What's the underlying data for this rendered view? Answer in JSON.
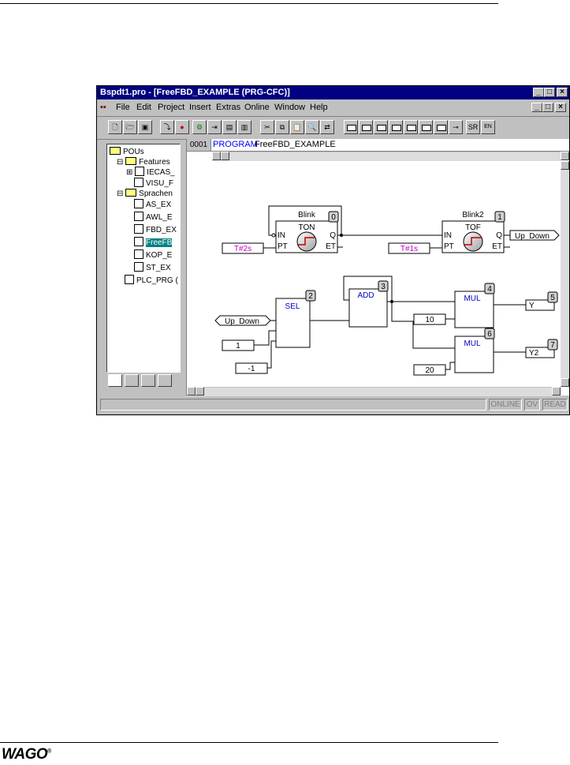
{
  "window": {
    "title": "Bspdt1.pro - [FreeFBD_EXAMPLE (PRG-CFC)]",
    "buttons": [
      "_",
      "□",
      "×"
    ]
  },
  "menu": [
    "File",
    "Edit",
    "Project",
    "Insert",
    "Extras",
    "Online",
    "Window",
    "Help"
  ],
  "toolbar": {
    "icons": [
      "new-icon",
      "open-icon",
      "save-icon",
      "build-icon",
      "stop-icon",
      "run-icon",
      "login-icon",
      "logout-icon",
      "cut-icon",
      "copy-icon",
      "paste-icon",
      "find-icon",
      "replace-icon",
      "box-icon",
      "input-icon",
      "output-icon",
      "jump-icon",
      "label-icon",
      "return-icon",
      "comment-icon",
      "negate-icon",
      "set-reset-icon",
      "en-icon"
    ],
    "sr_label": "SR",
    "en_label": "EN"
  },
  "tree": {
    "items": [
      {
        "label": "POUs",
        "indent": 0,
        "type": "folder"
      },
      {
        "label": "Features",
        "indent": 1,
        "type": "folder"
      },
      {
        "label": "IECAS_",
        "indent": 2,
        "type": "pou"
      },
      {
        "label": "VISU_F",
        "indent": 2,
        "type": "pou"
      },
      {
        "label": "Sprachen",
        "indent": 1,
        "type": "folder"
      },
      {
        "label": "AS_EX",
        "indent": 2,
        "type": "pou"
      },
      {
        "label": "AWL_E",
        "indent": 2,
        "type": "pou"
      },
      {
        "label": "FBD_EX",
        "indent": 2,
        "type": "pou"
      },
      {
        "label": "FreeFB",
        "indent": 2,
        "type": "pou",
        "selected": true
      },
      {
        "label": "KOP_E",
        "indent": 2,
        "type": "pou"
      },
      {
        "label": "ST_EX",
        "indent": 2,
        "type": "pou"
      },
      {
        "label": "PLC_PRG (",
        "indent": 1,
        "type": "pou"
      }
    ]
  },
  "editor": {
    "line_number": "0001",
    "decl_keyword": "PROGRAM",
    "decl_name": "FreeFBD_EXAMPLE"
  },
  "diagram": {
    "blink": {
      "instance": "Blink",
      "type": "TON",
      "order": "0",
      "in": "IN",
      "pt": "PT",
      "q": "Q",
      "et": "ET",
      "pt_value": "T#2s"
    },
    "blink2": {
      "instance": "Blink2",
      "type": "TOF",
      "order": "1",
      "in": "IN",
      "pt": "PT",
      "q": "Q",
      "et": "ET",
      "pt_value": "T#1s",
      "out_var": "Up_Down"
    },
    "sel": {
      "type": "SEL",
      "order": "2",
      "in_var": "Up_Down",
      "const1": "1",
      "const2": "-1"
    },
    "add": {
      "type": "ADD",
      "order": "3"
    },
    "mul1": {
      "type": "MUL",
      "order": "4",
      "const": "10",
      "out_var": "Y",
      "out_order": "5"
    },
    "mul2": {
      "type": "MUL",
      "order": "6",
      "const": "20",
      "out_var": "Y2",
      "out_order": "7"
    }
  },
  "status": [
    "ONLINE",
    "OV",
    "READ"
  ],
  "footer": {
    "logo": "WAGO",
    "logo_mark": "®"
  },
  "colors": {
    "title_bg": "#000080",
    "keyword": "#0000ff",
    "const_text": "#c000c0",
    "op_text": "#0000c0",
    "selection": "#008080"
  }
}
